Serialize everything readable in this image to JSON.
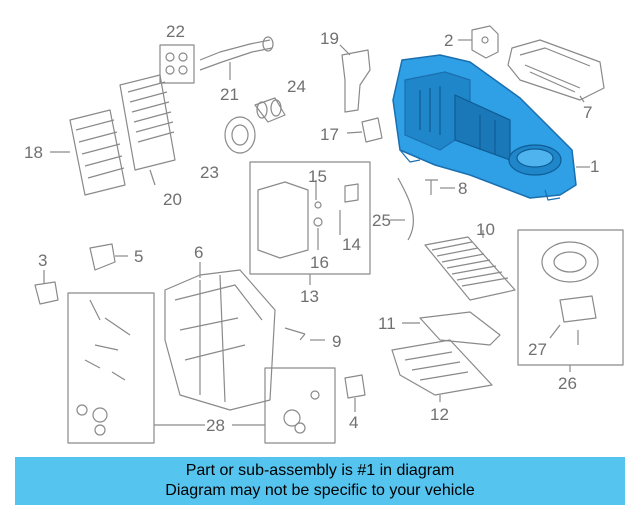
{
  "callouts": {
    "c1": "1",
    "c2": "2",
    "c3": "3",
    "c4": "4",
    "c5": "5",
    "c6": "6",
    "c7": "7",
    "c8": "8",
    "c9": "9",
    "c10": "10",
    "c11": "11",
    "c12": "12",
    "c13": "13",
    "c14": "14",
    "c15": "15",
    "c16": "16",
    "c17": "17",
    "c18": "18",
    "c19": "19",
    "c20": "20",
    "c21": "21",
    "c22": "22",
    "c23": "23",
    "c24": "24",
    "c25": "25",
    "c26": "26",
    "c27": "27",
    "c28": "28"
  },
  "banner": {
    "line1": "Part or sub-assembly is #1 in diagram",
    "line2": "Diagram may not be specific to your vehicle"
  },
  "colors": {
    "highlight": "#2f9fe6",
    "highlight_dark": "#1a6fb0",
    "line": "#8a8a8a",
    "banner": "#55c4ef"
  }
}
